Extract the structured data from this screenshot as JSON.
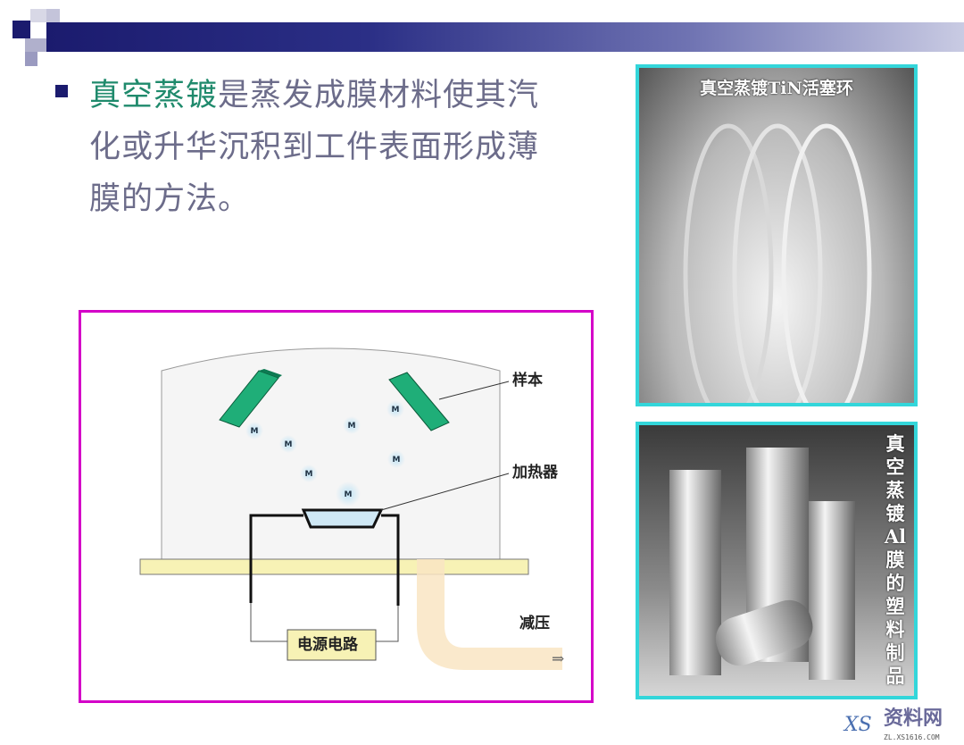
{
  "slide": {
    "bullet_highlight": "真空蒸镀",
    "bullet_rest": "是蒸发成膜材料使其汽化或升华沉积到工件表面形成薄膜的方法。",
    "highlight_color": "#1f8a6c",
    "title_bar_color": "#1b1b6e"
  },
  "diagram": {
    "label_sample": "样本",
    "label_heater": "加热器",
    "label_power": "电源电路",
    "label_vacuum": "减压",
    "arrow": "⇒",
    "molecule": "M",
    "frame_color": "#d400c8"
  },
  "photos": {
    "top_caption": "真空蒸镀TiN活塞环",
    "bottom_caption": "真空蒸镀Al膜的塑料制品",
    "frame_color": "#33d6da"
  },
  "watermark": {
    "logo": "XS",
    "name": "资料网",
    "url": "ZL.XS1616.COM"
  }
}
